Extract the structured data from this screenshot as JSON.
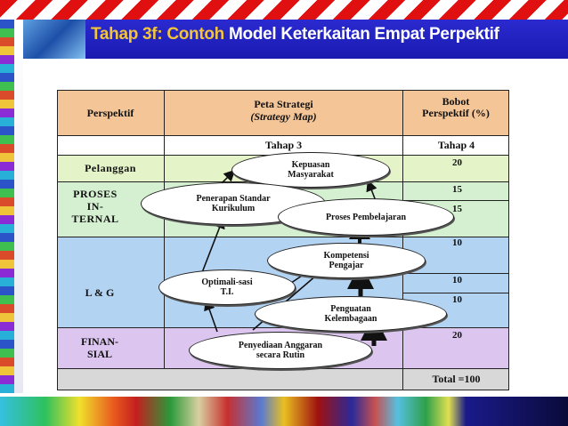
{
  "header": {
    "title_highlight": "Tahap 3f: Contoh",
    "title_rest": "Model Keterkaitan Empat Perpektif"
  },
  "colors": {
    "header_bg": "#f4c597",
    "stage_bg": "#ffffff",
    "pelanggan_bg": "#e5f3c8",
    "proses_bg": "#d4f0d0",
    "lg_bg": "#b3d3f3",
    "finansial_bg": "#dcc6f0",
    "total_bg": "#d8d8d8"
  },
  "table": {
    "col1_header": "Perspektif",
    "col2_header": "Peta Strategi",
    "col2_subheader": "(Strategy Map)",
    "col3_header": "Bobot Perspektif (%)",
    "stage_col2": "Tahap 3",
    "stage_col3": "Tahap 4",
    "rows": {
      "pelanggan": "Pelanggan",
      "proses": "PROSES IN-TERNAL",
      "lg": "L & G",
      "finansial": "FINAN-SIAL"
    },
    "weights": [
      "20",
      "15",
      "15",
      "10",
      "10",
      "10",
      "20"
    ],
    "total": "Total =100"
  },
  "nodes": {
    "kepuasan": "Kepuasan Masyarakat",
    "penerapan": "Penerapan Standar Kurikulum",
    "proses_pembelajaran": "Proses Pembelajaran",
    "kompetensi": "Kompetensi Pengajar",
    "optimalisasi": "Optimali-sasi T.I.",
    "penguatan": "Penguatan Kelembagaan",
    "penyediaan": "Penyediaan Anggaran secara Rutin"
  }
}
